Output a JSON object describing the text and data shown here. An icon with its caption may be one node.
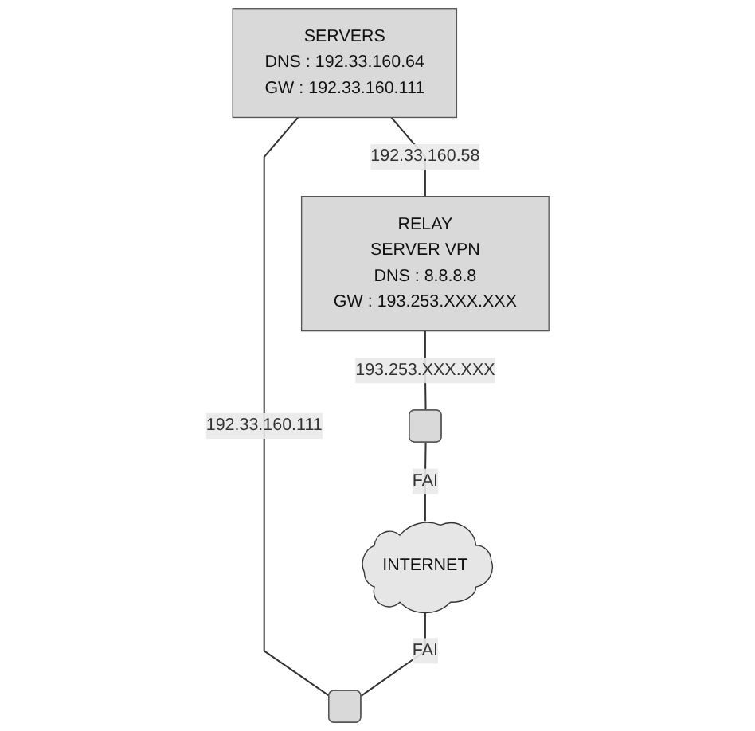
{
  "diagram": {
    "nodes": [
      {
        "text": [
          "SERVERS",
          "DNS : 192.33.160.64",
          "GW : 192.33.160.111"
        ]
      },
      {
        "text": [
          "RELAY",
          "SERVER VPN",
          "DNS : 8.8.8.8",
          "GW :  193.253.XXX.XXX"
        ]
      },
      {
        "text": [],
        "shape": "box"
      },
      {
        "text": [],
        "shape": "box"
      },
      {
        "text": [
          "INTERNET"
        ]
      }
    ],
    "edges": [
      {
        "from": 0,
        "to": 1,
        "arrow": "none",
        "label": "192.33.160.58"
      },
      {
        "from": 0,
        "to": 3,
        "arrow": "none",
        "label": "192.33.160.111"
      },
      {
        "from": 1,
        "to": 2,
        "arrow": "none",
        "label": "193.253.XXX.XXX"
      },
      {
        "from": 2,
        "to": 4,
        "arrow": "none",
        "label": "FAI"
      },
      {
        "from": 4,
        "to": 3,
        "arrow": "none",
        "label": "FAI"
      }
    ]
  }
}
